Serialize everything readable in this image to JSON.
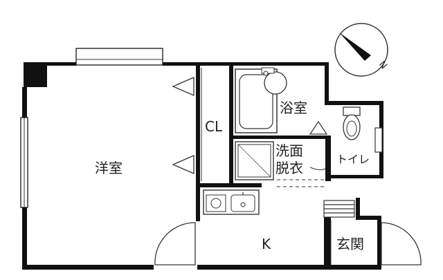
{
  "rooms": {
    "western_room": "洋室",
    "closet": "CL",
    "bathroom": "浴室",
    "washroom_line1": "洗面",
    "washroom_line2": "脱衣",
    "toilet": "トイレ",
    "kitchen": "K",
    "entrance": "玄関"
  },
  "compass": {
    "north_label": "N"
  },
  "colors": {
    "wall": "#111111",
    "line": "#333333",
    "fill": "#ffffff"
  }
}
